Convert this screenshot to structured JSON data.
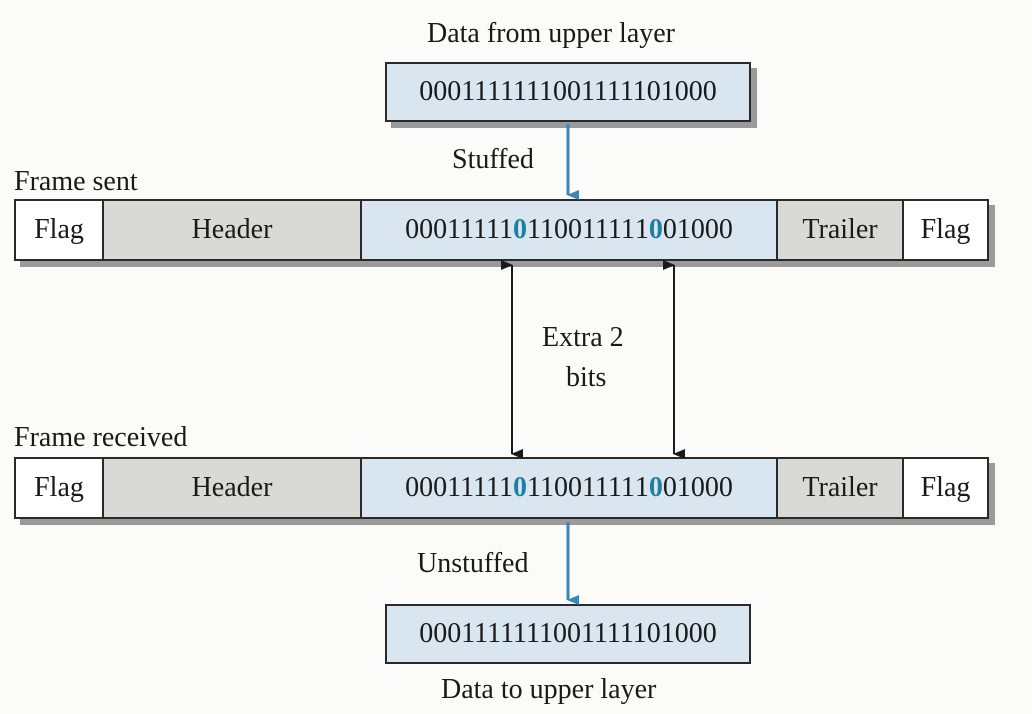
{
  "top": {
    "caption": "Data from upper layer",
    "data": "0001111111001111101000",
    "arrow_label": "Stuffed"
  },
  "frame_sent": {
    "title": "Frame sent",
    "flag_left": "Flag",
    "header": "Header",
    "payload_parts": [
      "00011111",
      "0",
      "11001111",
      "1",
      "0",
      "01000"
    ],
    "trailer": "Trailer",
    "flag_right": "Flag"
  },
  "middle": {
    "label_line1": "Extra 2",
    "label_line2": "bits"
  },
  "frame_received": {
    "title": "Frame received",
    "flag_left": "Flag",
    "header": "Header",
    "payload_parts": [
      "00011111",
      "0",
      "11001111",
      "1",
      "0",
      "01000"
    ],
    "trailer": "Trailer",
    "flag_right": "Flag"
  },
  "bottom": {
    "arrow_label": "Unstuffed",
    "data": "0001111111001111101000",
    "caption": "Data to upper layer"
  },
  "colors": {
    "data_fill": "#d9e6ef",
    "field_fill": "#d9d9d6",
    "stuffed_bit": "#1f7fa3",
    "arrow_blue": "#3a86b5"
  }
}
